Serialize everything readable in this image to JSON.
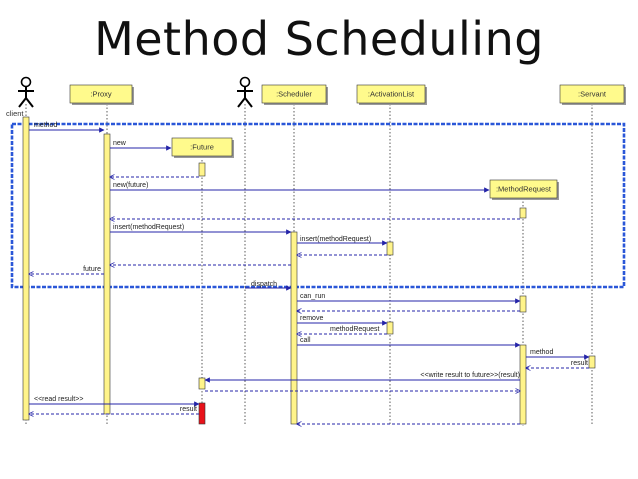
{
  "title": "Method Scheduling",
  "colors": {
    "object_box": "#fffa8c",
    "activation": "#fff48a",
    "highlight_activation": "#e8121a",
    "arrow": "#2424a8",
    "frame": "#2a57d8"
  },
  "actors": [
    {
      "id": "client",
      "label": "client",
      "icon": "stick-figure-icon"
    },
    {
      "id": "scheduler-actor",
      "label": "",
      "icon": "stick-figure-icon"
    }
  ],
  "objects": [
    {
      "id": "proxy",
      "label": ":Proxy"
    },
    {
      "id": "future",
      "label": ":Future"
    },
    {
      "id": "scheduler",
      "label": ":Scheduler"
    },
    {
      "id": "activationlist",
      "label": ":ActivationList"
    },
    {
      "id": "methodrequest",
      "label": ":MethodRequest"
    },
    {
      "id": "servant",
      "label": ":Servant"
    }
  ],
  "messages": [
    {
      "label": "method",
      "from": "client",
      "to": "proxy",
      "kind": "call"
    },
    {
      "label": "new",
      "from": "proxy",
      "to": "future",
      "kind": "create"
    },
    {
      "label": "",
      "from": "future",
      "to": "proxy",
      "kind": "return"
    },
    {
      "label": "new(future)",
      "from": "proxy",
      "to": "methodrequest",
      "kind": "create"
    },
    {
      "label": "",
      "from": "methodrequest",
      "to": "proxy",
      "kind": "return"
    },
    {
      "label": "insert(methodRequest)",
      "from": "proxy",
      "to": "scheduler",
      "kind": "call"
    },
    {
      "label": "insert(methodRequest)",
      "from": "scheduler",
      "to": "activationlist",
      "kind": "call"
    },
    {
      "label": "",
      "from": "activationlist",
      "to": "scheduler",
      "kind": "return"
    },
    {
      "label": "",
      "from": "scheduler",
      "to": "proxy",
      "kind": "return"
    },
    {
      "label": "future",
      "from": "proxy",
      "to": "client",
      "kind": "return"
    },
    {
      "label": "dispatch",
      "from": "scheduler-actor",
      "to": "scheduler",
      "kind": "call"
    },
    {
      "label": "can_run",
      "from": "scheduler",
      "to": "methodrequest",
      "kind": "call"
    },
    {
      "label": "",
      "from": "methodrequest",
      "to": "scheduler",
      "kind": "return"
    },
    {
      "label": "remove",
      "from": "scheduler",
      "to": "activationlist",
      "kind": "call"
    },
    {
      "label": "methodRequest",
      "from": "activationlist",
      "to": "scheduler",
      "kind": "return"
    },
    {
      "label": "call",
      "from": "scheduler",
      "to": "methodrequest",
      "kind": "call"
    },
    {
      "label": "method",
      "from": "methodrequest",
      "to": "servant",
      "kind": "call"
    },
    {
      "label": "result",
      "from": "servant",
      "to": "methodrequest",
      "kind": "return"
    },
    {
      "label": "<<write result to future>>(result)",
      "from": "methodrequest",
      "to": "future",
      "kind": "call"
    },
    {
      "label": "",
      "from": "future",
      "to": "methodrequest",
      "kind": "return"
    },
    {
      "label": "",
      "from": "methodrequest",
      "to": "scheduler",
      "kind": "return"
    },
    {
      "label": "<<read result>>",
      "from": "client",
      "to": "future",
      "kind": "call"
    },
    {
      "label": "result",
      "from": "future",
      "to": "client",
      "kind": "return"
    }
  ]
}
